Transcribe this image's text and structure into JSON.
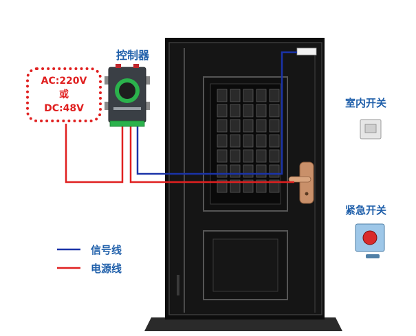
{
  "power_supply": {
    "line1": "AC:220V",
    "line2": "或",
    "line3": "DC:48V"
  },
  "controller": {
    "label": "控制器"
  },
  "devices": {
    "indoor_switch_label": "室内开关",
    "emergency_switch_label": "紧急开关"
  },
  "legend": {
    "signal_label": "信号线",
    "power_label": "电源线"
  },
  "colors": {
    "signal_line": "#1a33a8",
    "power_line": "#e02020",
    "label_text": "#1f5faa",
    "controller_body": "#3a3f45",
    "controller_accent": "#2bb24c",
    "door_body": "#111111",
    "handle": "#c9906a"
  }
}
